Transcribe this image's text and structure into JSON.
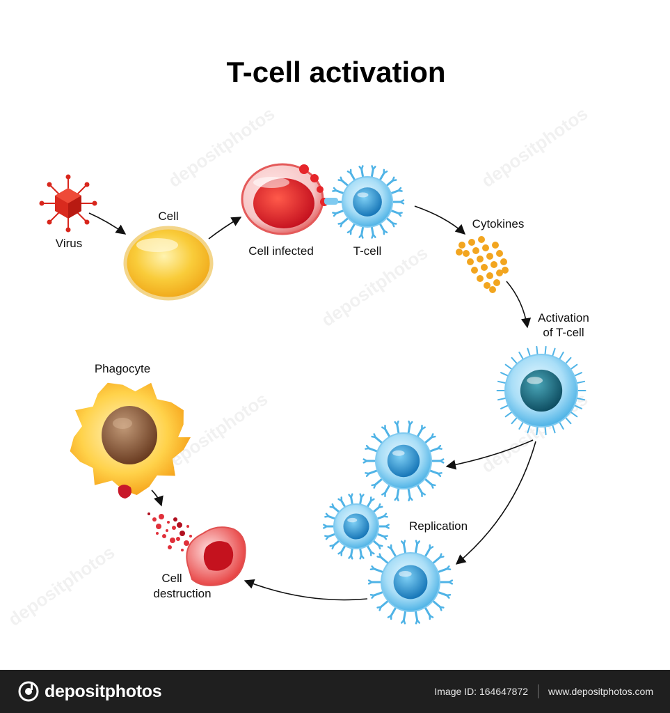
{
  "title": "T-cell activation",
  "labels": {
    "virus": "Virus",
    "cell": "Cell",
    "cell_infected": "Cell infected",
    "t_cell": "T-cell",
    "cytokines": "Cytokines",
    "activation_line1": "Activation",
    "activation_line2": "of T-cell",
    "replication": "Replication",
    "phagocyte": "Phagocyte",
    "cell_destruction_line1": "Cell",
    "cell_destruction_line2": "destruction"
  },
  "watermark": "depositphotos",
  "footer": {
    "brand": "depositphotos",
    "image_id": "Image ID: 164647872",
    "website": "www.depositphotos.com"
  },
  "colors": {
    "virus": "#d8261c",
    "cell": "#f7c12b",
    "infected": "#e0202a",
    "tcell": "#4fb3e6",
    "tcell_nucleus": "#1f7fbf",
    "cytokine": "#f2a51f",
    "phagocyte": "#f6b41e",
    "phagocyte_nucleus": "#7a4a2a",
    "footer_bg": "#1f1f1f"
  }
}
